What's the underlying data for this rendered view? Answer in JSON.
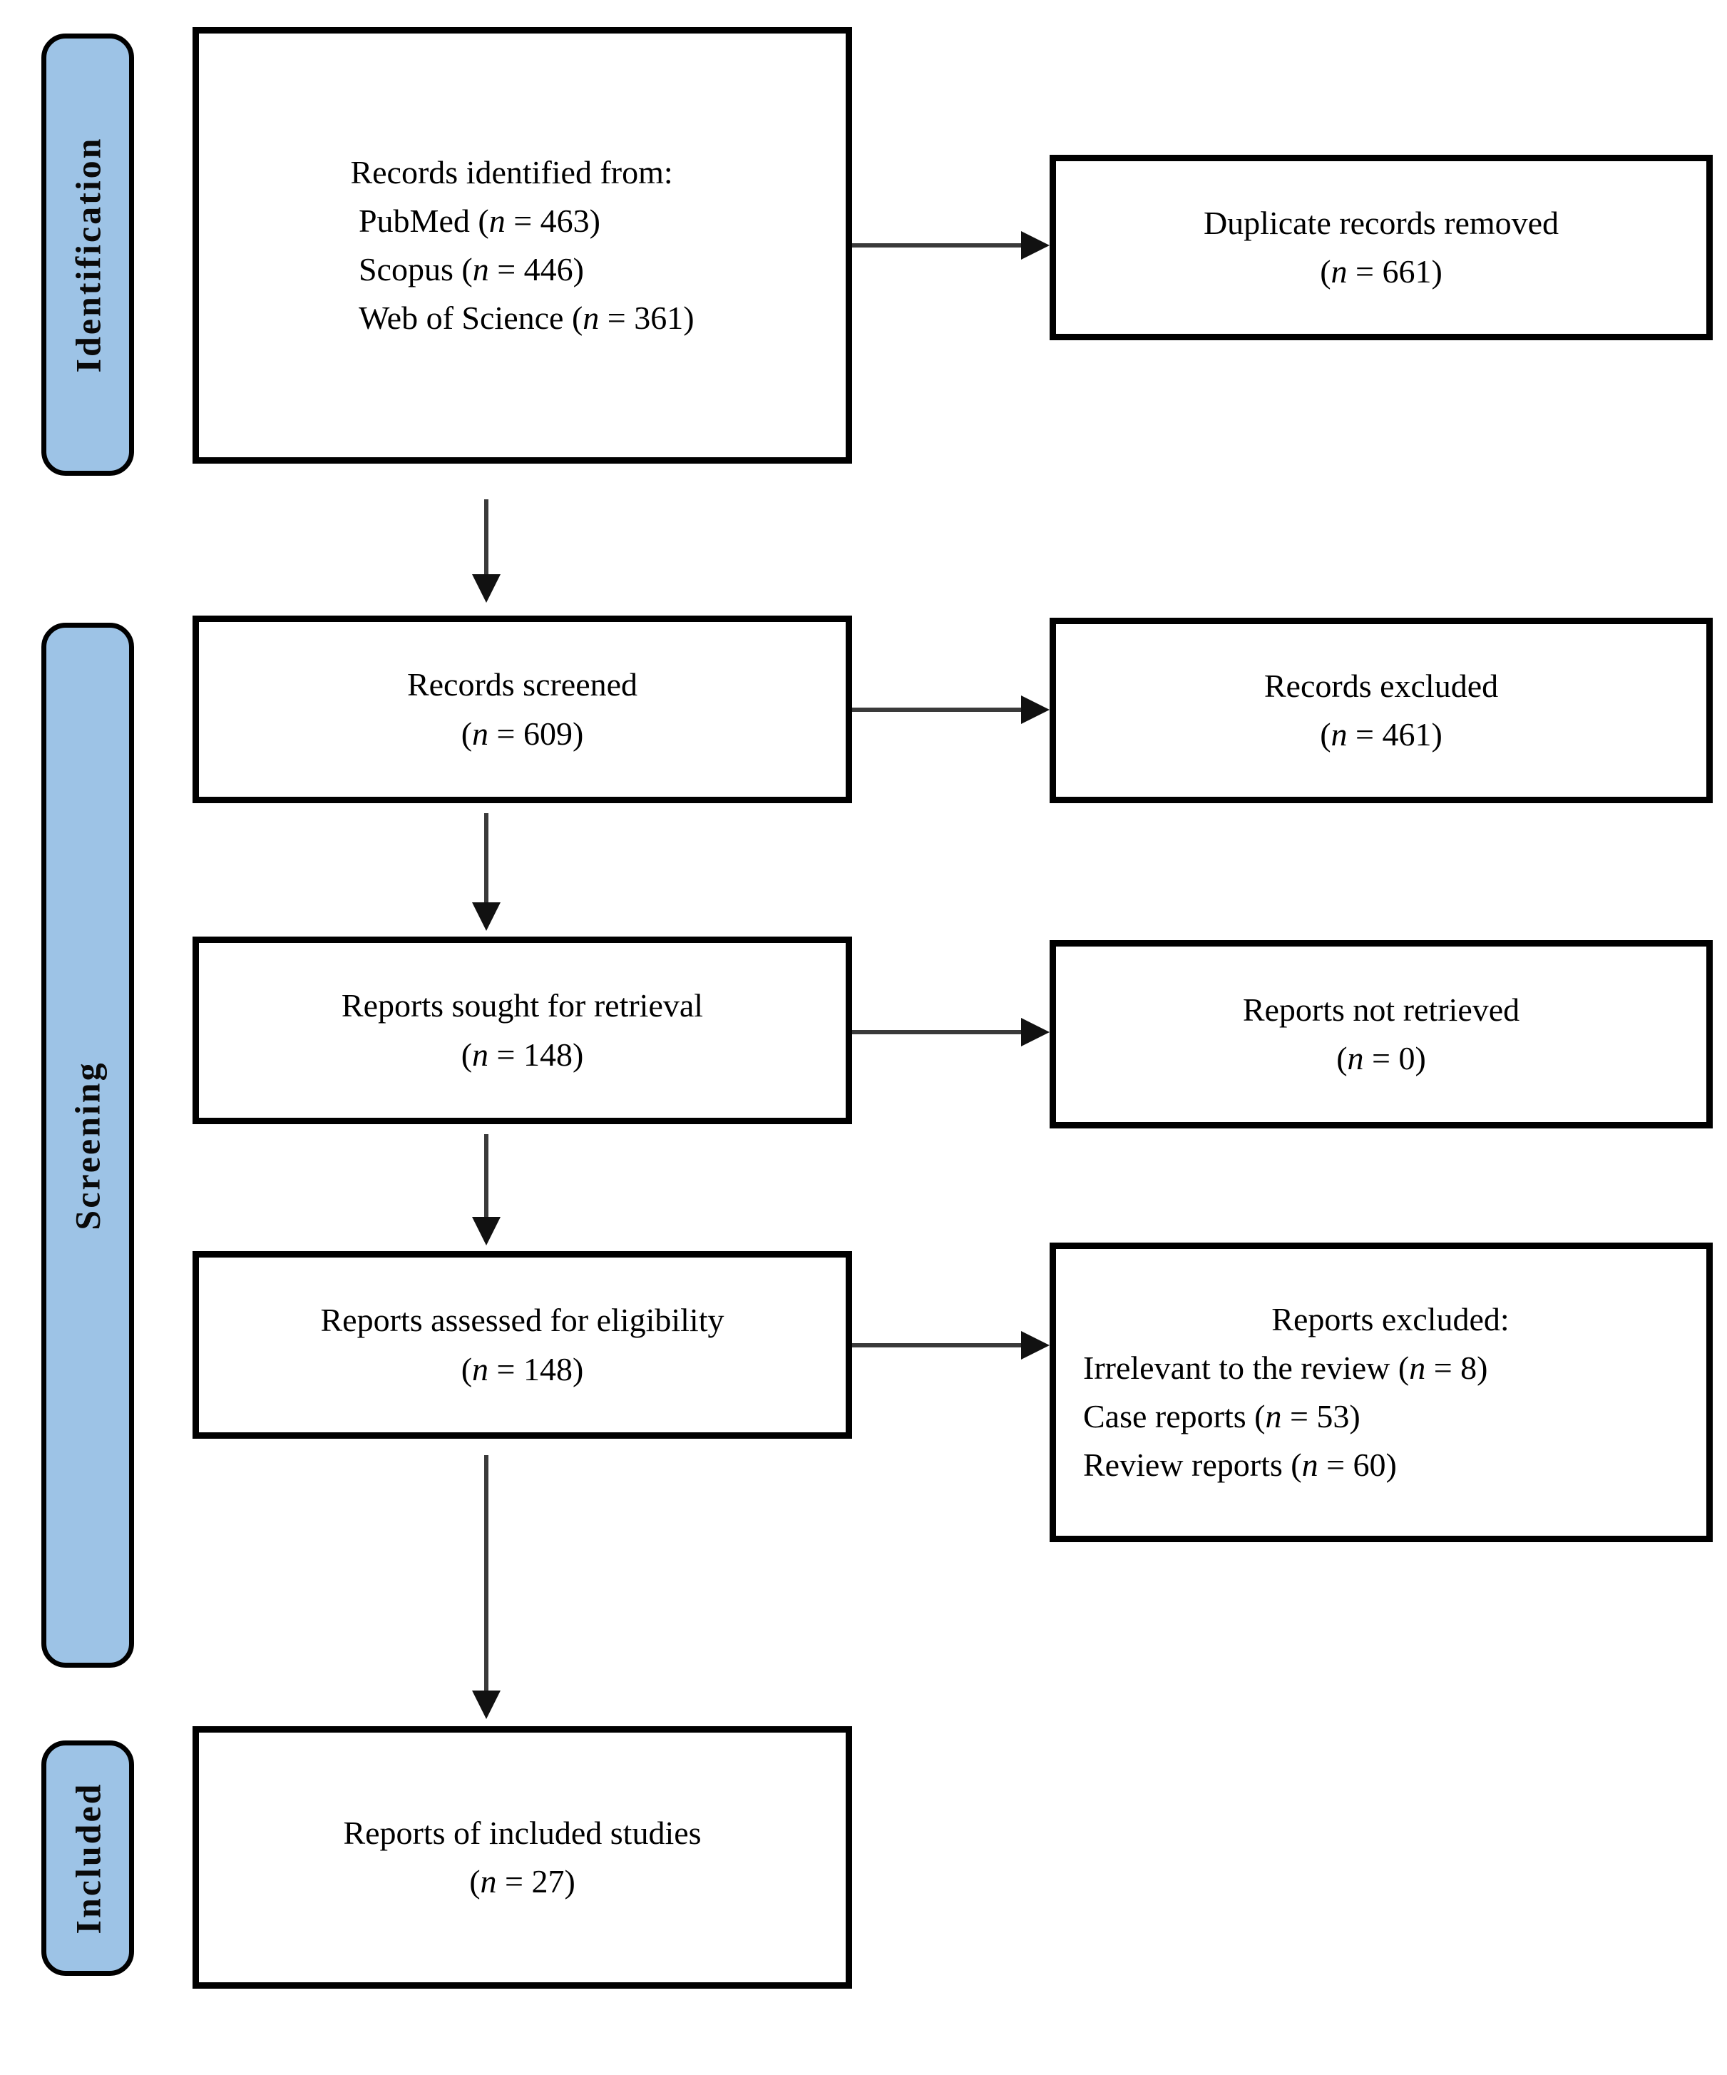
{
  "colors": {
    "stage_fill": "#9DC3E6",
    "box_border": "#000000",
    "arrow_shaft": "#3a3a3a",
    "arrow_head": "#111111",
    "text": "#000000"
  },
  "stages": [
    {
      "label": "Identification"
    },
    {
      "label": "Screening"
    },
    {
      "label": "Included"
    }
  ],
  "boxes": {
    "records_identified": {
      "lines": [
        {
          "t": "Records identified from:",
          "a": "l"
        },
        {
          "t": " PubMed (n = 463)",
          "a": "l"
        },
        {
          "t": " Scopus (n = 446)",
          "a": "l"
        },
        {
          "t": " Web of Science (n = 361)",
          "a": "l"
        }
      ]
    },
    "duplicates_removed": {
      "lines": [
        {
          "t": "Duplicate records removed",
          "a": "c"
        },
        {
          "t": "(n = 661)",
          "a": "c"
        }
      ]
    },
    "records_screened": {
      "lines": [
        {
          "t": "Records screened",
          "a": "c"
        },
        {
          "t": "(n = 609)",
          "a": "c"
        }
      ]
    },
    "records_excluded": {
      "lines": [
        {
          "t": "Records excluded",
          "a": "c"
        },
        {
          "t": "(n = 461)",
          "a": "c"
        }
      ]
    },
    "reports_sought": {
      "lines": [
        {
          "t": "Reports sought for retrieval",
          "a": "c"
        },
        {
          "t": "(n = 148)",
          "a": "c"
        }
      ]
    },
    "reports_not_retrieved": {
      "lines": [
        {
          "t": "Reports not retrieved",
          "a": "c"
        },
        {
          "t": "(n = 0)",
          "a": "c"
        }
      ]
    },
    "reports_assessed": {
      "lines": [
        {
          "t": "Reports assessed for eligibility",
          "a": "c"
        },
        {
          "t": "(n = 148)",
          "a": "c"
        }
      ]
    },
    "reports_excluded": {
      "lines": [
        {
          "t": "Reports excluded:",
          "a": "c"
        },
        {
          "t": "Irrelevant to the review (n = 8)",
          "a": "l"
        },
        {
          "t": "Case reports (n = 53)",
          "a": "l"
        },
        {
          "t": "Review reports (n = 60)",
          "a": "l"
        }
      ]
    },
    "included_studies": {
      "lines": [
        {
          "t": "Reports of included studies",
          "a": "c"
        },
        {
          "t": "(n = 27)",
          "a": "c"
        }
      ]
    }
  }
}
